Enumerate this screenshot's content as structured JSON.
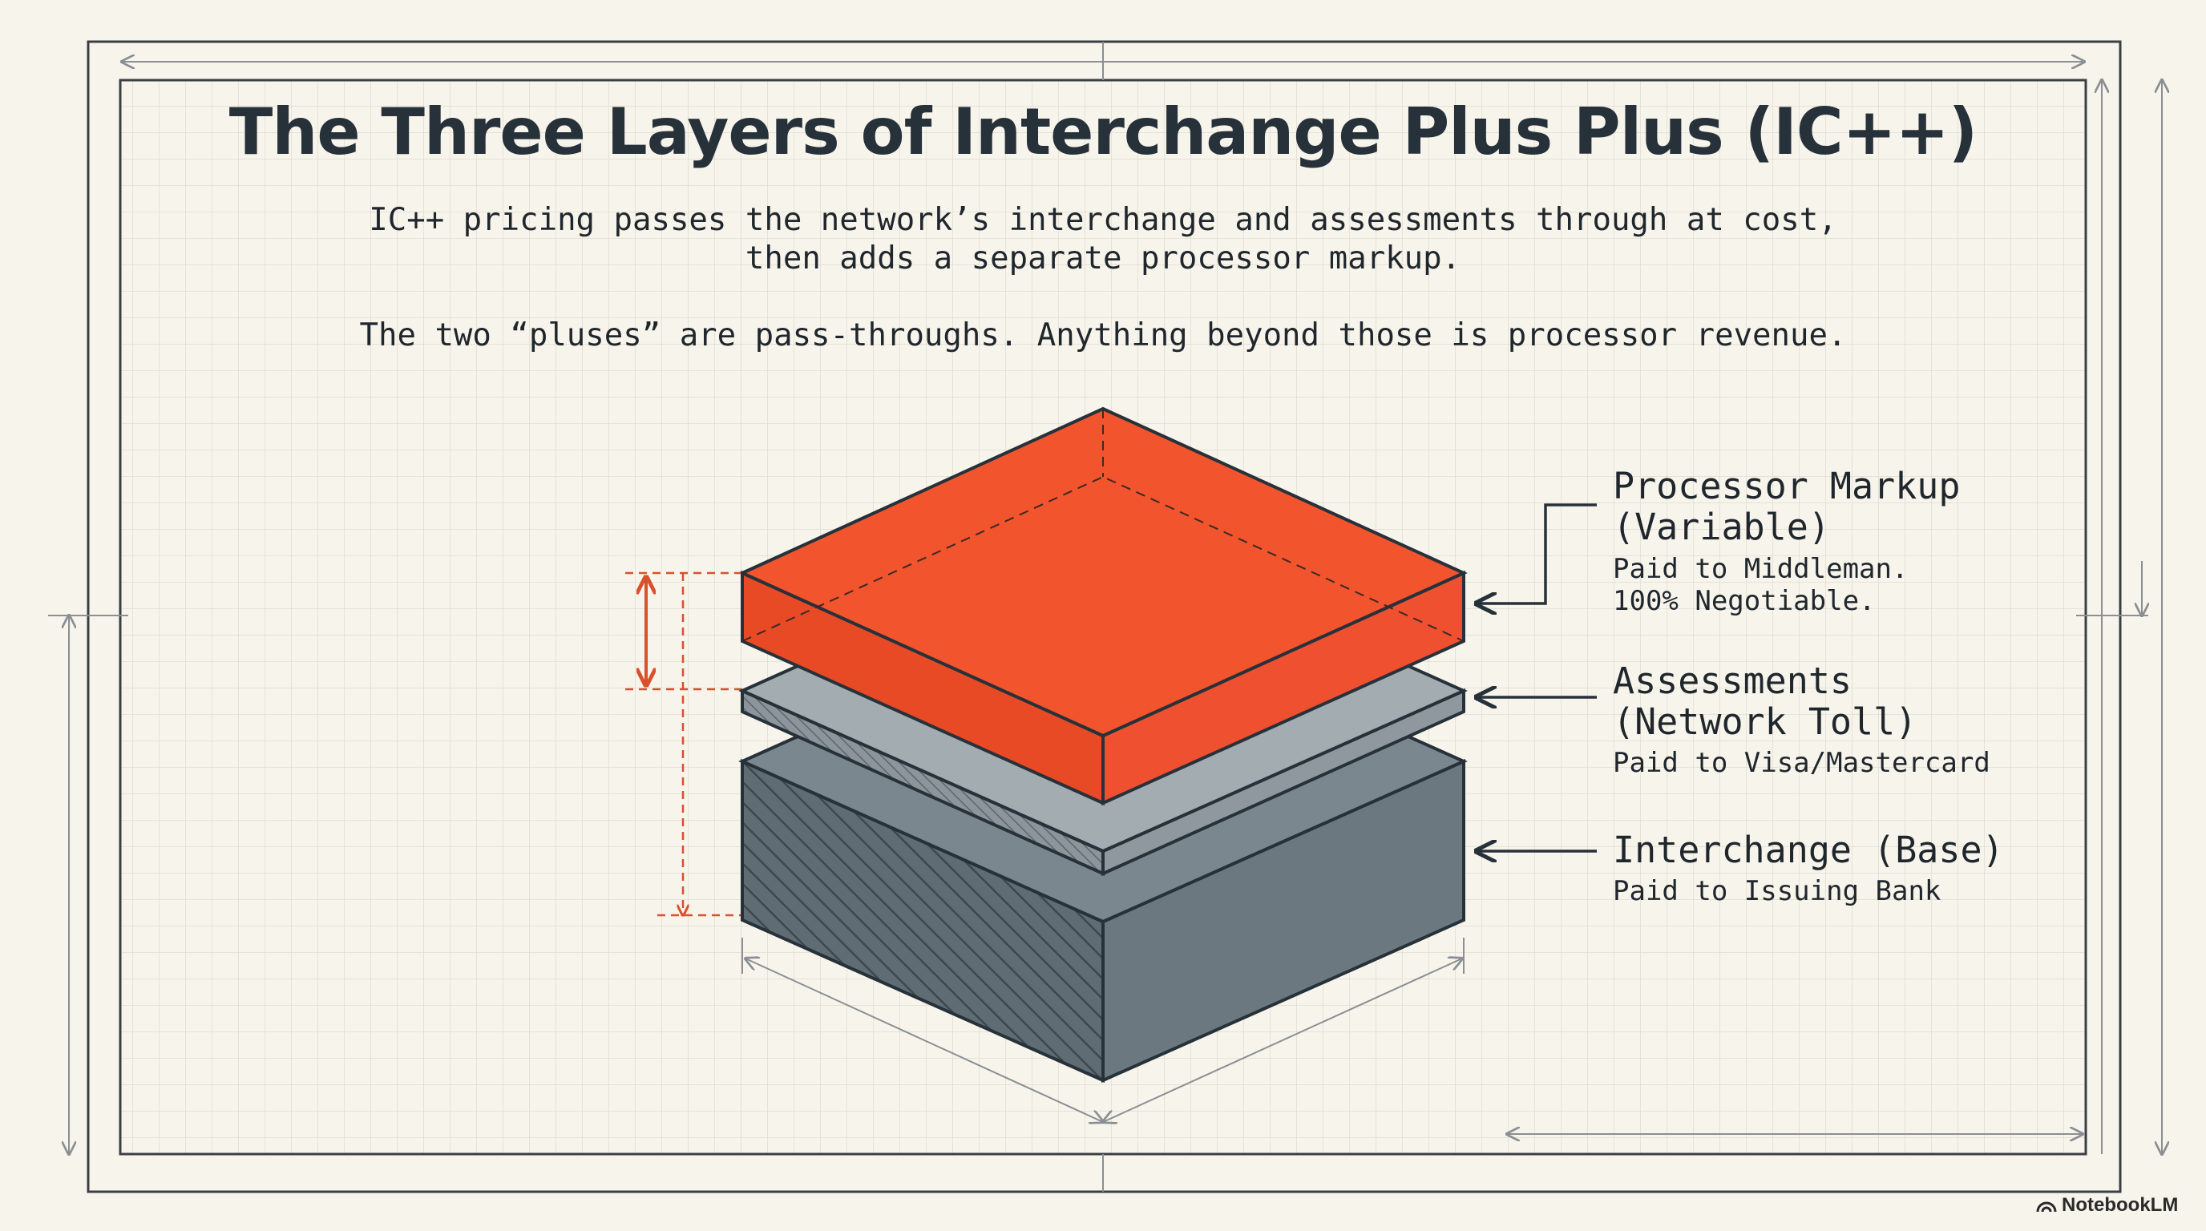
{
  "title": "The Three Layers of Interchange Plus Plus (IC++)",
  "subtitle": {
    "line1": "IC++ pricing passes the network’s interchange and assessments through at cost,",
    "line2": "then adds a separate processor markup.",
    "line3": "The two “pluses” are pass-throughs. Anything beyond those is processor revenue."
  },
  "layers": [
    {
      "key": "processor-markup",
      "title_line1": "Processor Markup",
      "title_line2": "(Variable)",
      "desc_line1": "Paid to Middleman.",
      "desc_line2": "100% Negotiable.",
      "color": "#f2542d"
    },
    {
      "key": "assessments",
      "title_line1": "Assessments",
      "title_line2": "(Network Toll)",
      "desc_line1": "Paid to Visa/Mastercard",
      "color": "#9aa3a9"
    },
    {
      "key": "interchange",
      "title_line1": "Interchange (Base)",
      "desc_line1": "Paid to Issuing Bank",
      "color": "#6b7880"
    }
  ],
  "colors": {
    "background": "#f7f4ec",
    "grid": "#e2ded3",
    "ink": "#27313a",
    "accent": "#d9502d"
  },
  "brand": {
    "icon": "notebooklm-icon",
    "text": "NotebookLM"
  }
}
